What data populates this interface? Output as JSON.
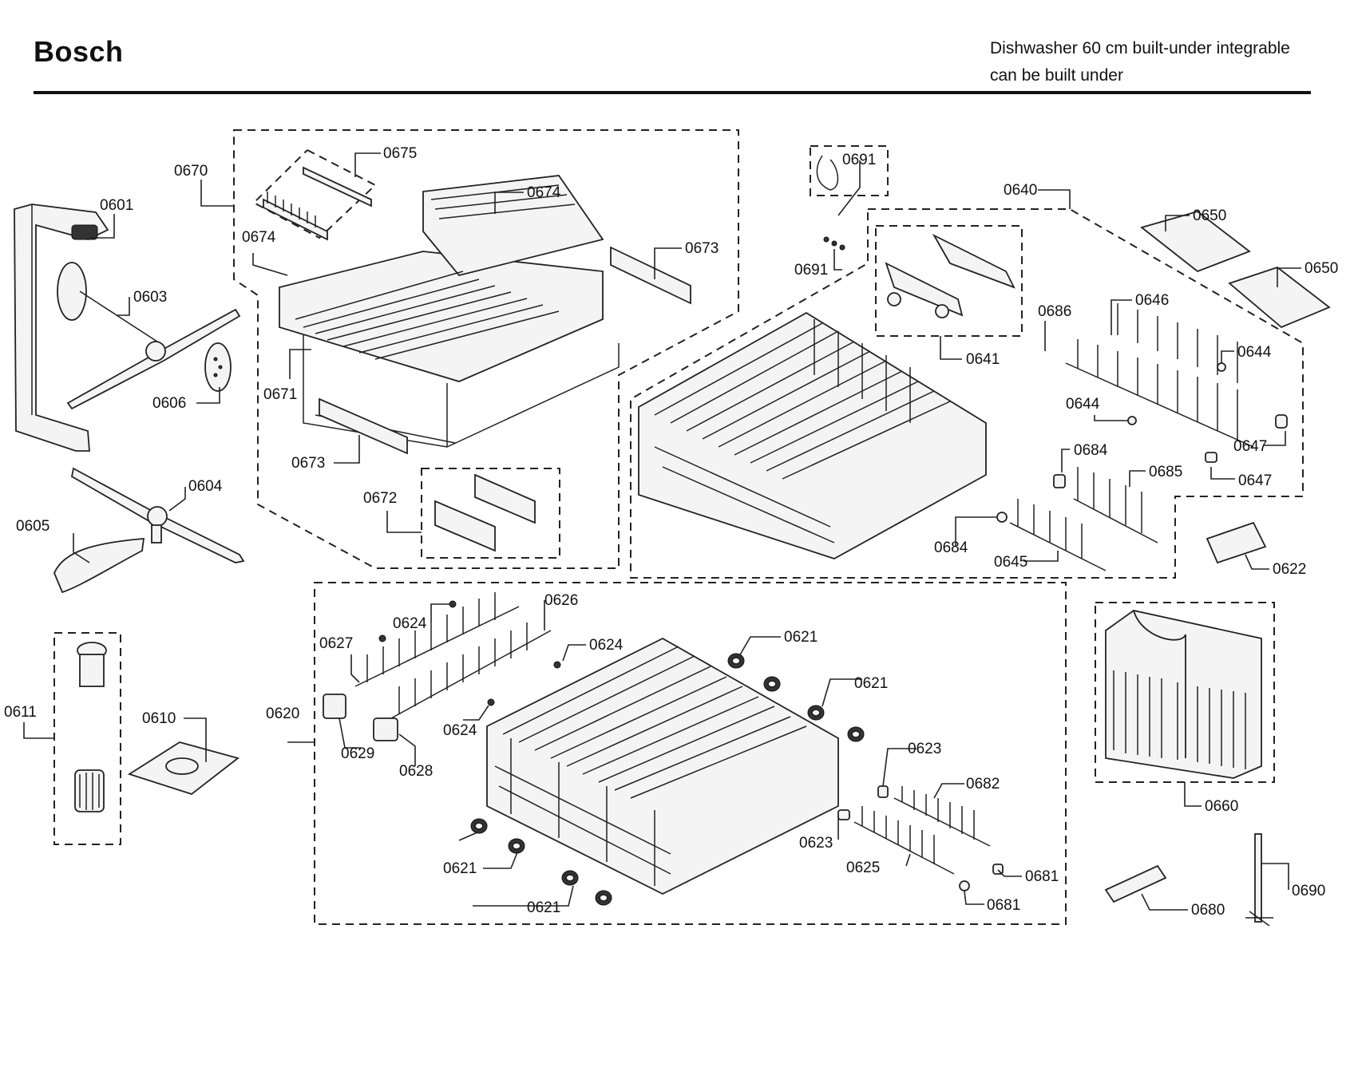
{
  "header": {
    "brand": "Bosch",
    "description_line1": "Dishwasher 60 cm built-under integrable",
    "description_line2": "can be built under"
  },
  "callouts": [
    {
      "id": "c0601",
      "text": "0601"
    },
    {
      "id": "c0603",
      "text": "0603"
    },
    {
      "id": "c0606",
      "text": "0606"
    },
    {
      "id": "c0604",
      "text": "0604"
    },
    {
      "id": "c0605",
      "text": "0605"
    },
    {
      "id": "c0611",
      "text": "0611"
    },
    {
      "id": "c0610",
      "text": "0610"
    },
    {
      "id": "c0670",
      "text": "0670"
    },
    {
      "id": "c0675",
      "text": "0675"
    },
    {
      "id": "c0674a",
      "text": "0674"
    },
    {
      "id": "c0674b",
      "text": "0674"
    },
    {
      "id": "c0673a",
      "text": "0673"
    },
    {
      "id": "c0671",
      "text": "0671"
    },
    {
      "id": "c0673b",
      "text": "0673"
    },
    {
      "id": "c0672",
      "text": "0672"
    },
    {
      "id": "c0691a",
      "text": "0691"
    },
    {
      "id": "c0691b",
      "text": "0691"
    },
    {
      "id": "c0640",
      "text": "0640"
    },
    {
      "id": "c0641",
      "text": "0641"
    },
    {
      "id": "c0650a",
      "text": "0650"
    },
    {
      "id": "c0650b",
      "text": "0650"
    },
    {
      "id": "c0686",
      "text": "0686"
    },
    {
      "id": "c0646",
      "text": "0646"
    },
    {
      "id": "c0644a",
      "text": "0644"
    },
    {
      "id": "c0644b",
      "text": "0644"
    },
    {
      "id": "c0647a",
      "text": "0647"
    },
    {
      "id": "c0647b",
      "text": "0647"
    },
    {
      "id": "c0684a",
      "text": "0684"
    },
    {
      "id": "c0685",
      "text": "0685"
    },
    {
      "id": "c0684b",
      "text": "0684"
    },
    {
      "id": "c0645",
      "text": "0645"
    },
    {
      "id": "c0622",
      "text": "0622"
    },
    {
      "id": "c0660",
      "text": "0660"
    },
    {
      "id": "c0620",
      "text": "0620"
    },
    {
      "id": "c0627",
      "text": "0627"
    },
    {
      "id": "c0624a",
      "text": "0624"
    },
    {
      "id": "c0626",
      "text": "0626"
    },
    {
      "id": "c0624b",
      "text": "0624"
    },
    {
      "id": "c0624c",
      "text": "0624"
    },
    {
      "id": "c0629",
      "text": "0629"
    },
    {
      "id": "c0628",
      "text": "0628"
    },
    {
      "id": "c0621a",
      "text": "0621"
    },
    {
      "id": "c0621b",
      "text": "0621"
    },
    {
      "id": "c0621c",
      "text": "0621"
    },
    {
      "id": "c0621d",
      "text": "0621"
    },
    {
      "id": "c0623a",
      "text": "0623"
    },
    {
      "id": "c0623b",
      "text": "0623"
    },
    {
      "id": "c0682",
      "text": "0682"
    },
    {
      "id": "c0625",
      "text": "0625"
    },
    {
      "id": "c0681a",
      "text": "0681"
    },
    {
      "id": "c0681b",
      "text": "0681"
    },
    {
      "id": "c0680",
      "text": "0680"
    },
    {
      "id": "c0690",
      "text": "0690"
    }
  ]
}
